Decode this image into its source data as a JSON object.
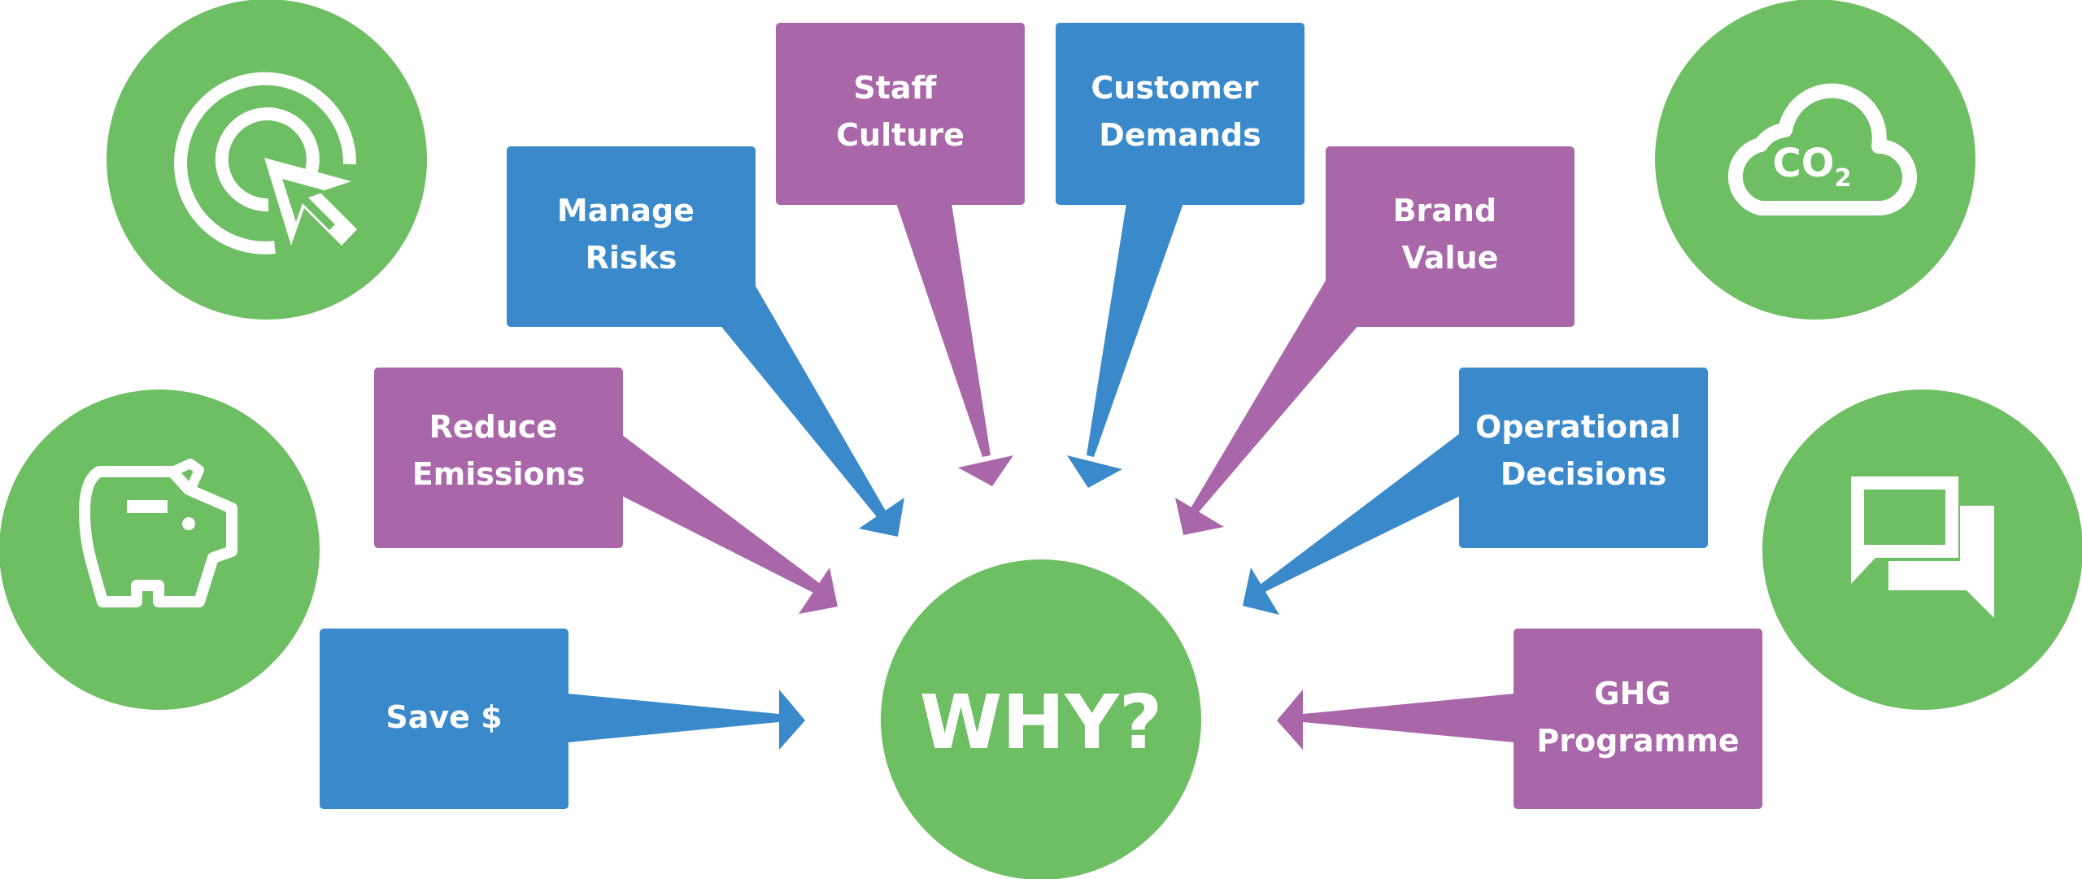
{
  "colors": {
    "blue": "#3A89CA",
    "purple": "#A967AA",
    "green": "#6EBE63",
    "white": "#FFFFFF"
  },
  "center": {
    "label": "WHY?"
  },
  "reasons": [
    {
      "id": "save-money",
      "lines": [
        "Save $"
      ],
      "color": "blue"
    },
    {
      "id": "reduce-emissions",
      "lines": [
        "Reduce",
        "Emissions"
      ],
      "color": "purple"
    },
    {
      "id": "manage-risks",
      "lines": [
        "Manage",
        "Risks"
      ],
      "color": "blue"
    },
    {
      "id": "staff-culture",
      "lines": [
        "Staff",
        "Culture"
      ],
      "color": "purple"
    },
    {
      "id": "customer-demands",
      "lines": [
        "Customer",
        "Demands"
      ],
      "color": "blue"
    },
    {
      "id": "brand-value",
      "lines": [
        "Brand",
        "Value"
      ],
      "color": "purple"
    },
    {
      "id": "operational-decisions",
      "lines": [
        "Operational",
        "Decisions"
      ],
      "color": "blue"
    },
    {
      "id": "ghg-programme",
      "lines": [
        "GHG",
        "Programme"
      ],
      "color": "purple"
    }
  ],
  "icons": [
    {
      "name": "target-cursor-icon"
    },
    {
      "name": "piggy-bank-icon"
    },
    {
      "name": "co2-cloud-icon",
      "text": "CO",
      "subscript": "2"
    },
    {
      "name": "chat-bubbles-icon"
    }
  ]
}
